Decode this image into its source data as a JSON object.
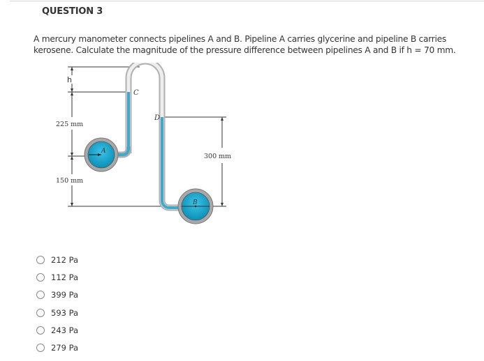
{
  "question": {
    "title": "QUESTION 3",
    "text": "A mercury manometer connects pipelines A and B.  Pipeline A carries glycerine and pipeline B carries kerosene.  Calculate the magnitude of the pressure difference between pipelines A and B if h = 70 mm."
  },
  "figure": {
    "labels": {
      "h": "h",
      "C": "C",
      "D": "D",
      "A": "A",
      "B": "B",
      "dim_225": "225 mm",
      "dim_150": "150 mm",
      "dim_300": "300 mm"
    },
    "colors": {
      "fluid": "#3fa9c9",
      "pipe_fill": "#20a8cc",
      "pipe_ring": "#9a9a9a",
      "tube_outline": "#a0a0a0"
    }
  },
  "answers": [
    {
      "label": "212 Pa",
      "selected": false
    },
    {
      "label": "112 Pa",
      "selected": false
    },
    {
      "label": "399 Pa",
      "selected": false
    },
    {
      "label": "593 Pa",
      "selected": false
    },
    {
      "label": "243 Pa",
      "selected": false
    },
    {
      "label": "279 Pa",
      "selected": false
    }
  ]
}
